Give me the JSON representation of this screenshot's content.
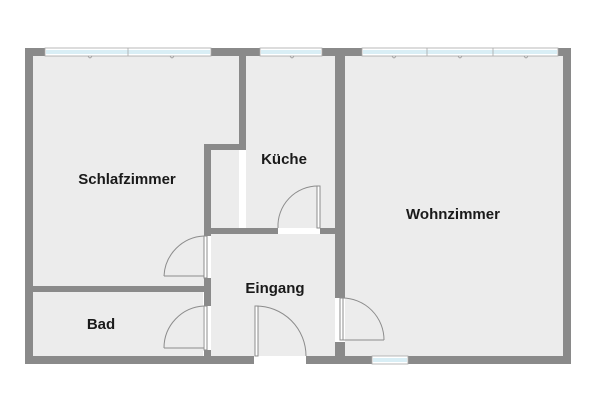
{
  "plan": {
    "rooms": {
      "schlafzimmer": "Schlafzimmer",
      "kueche": "Küche",
      "wohnzimmer": "Wohnzimmer",
      "eingang": "Eingang",
      "bad": "Bad"
    },
    "colors": {
      "floor": "#ececec",
      "wall": "#8a8a8a",
      "window": "#d9eef5",
      "door": "#ffffff"
    }
  }
}
